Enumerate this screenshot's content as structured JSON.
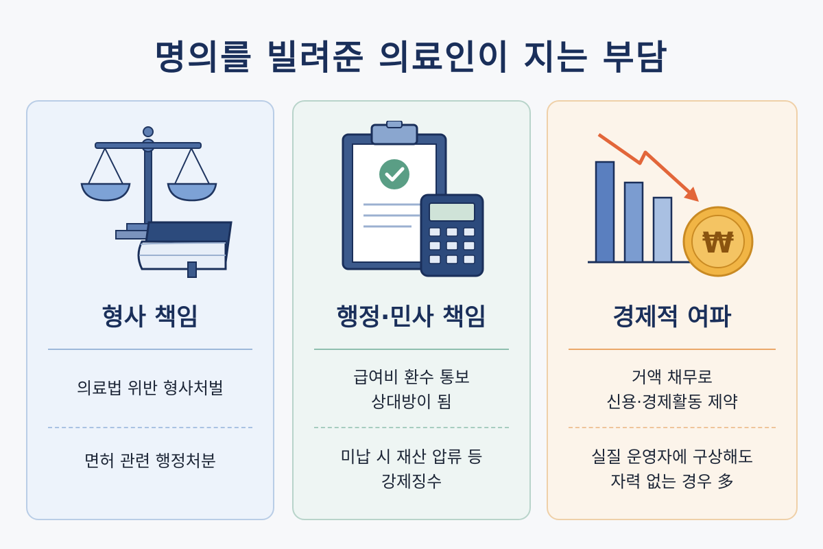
{
  "title": "명의를 빌려준 의료인이 지는 부담",
  "cards": [
    {
      "icon": "scales-and-law-book-icon",
      "title": "형사 책임",
      "items": [
        "의료법 위반 형사처벌",
        "면허 관련 행정처분"
      ]
    },
    {
      "icon": "clipboard-and-calculator-icon",
      "title": "행정·민사 책임",
      "items": [
        "급여비 환수 통보\n상대방이 됨",
        "미납 시 재산 압류 등\n강제징수"
      ]
    },
    {
      "icon": "declining-chart-won-coin-icon",
      "title": "경제적 여파",
      "items": [
        "거액 채무로\n신용·경제활동 제약",
        "실질 운영자에 구상해도\n자력 없는 경우 多"
      ],
      "coin_symbol": "₩"
    }
  ],
  "colors": {
    "title": "#1a2f5a",
    "card1_bg": "#edf3fb",
    "card2_bg": "#eef5f3",
    "card3_bg": "#fcf4ea",
    "accent_green": "#5a9e85",
    "accent_orange": "#e2663a",
    "coin_gold": "#f1b545"
  }
}
